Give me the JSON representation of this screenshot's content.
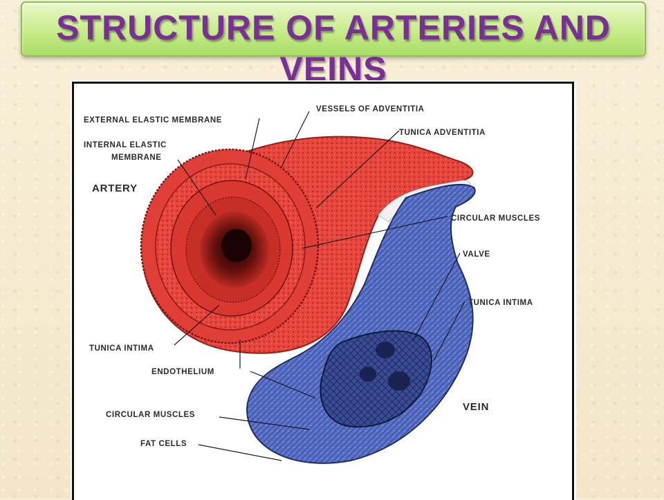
{
  "slide": {
    "title": "STRUCTURE OF ARTERIES AND VEINS"
  },
  "diagram": {
    "labels": {
      "external_elastic_membrane": "EXTERNAL ELASTIC MEMBRANE",
      "internal_elastic_1": "INTERNAL ELASTIC",
      "internal_elastic_2": "MEMBRANE",
      "artery": "ARTERY",
      "vessels_of_adventitia": "VESSELS OF ADVENTITIA",
      "tunica_adventitia": "TUNICA ADVENTITIA",
      "circular_muscles_artery": "CIRCULAR MUSCLES",
      "valve": "VALVE",
      "tunica_intima_vein": "TUNICA INTIMA",
      "tunica_intima_artery": "TUNICA INTIMA",
      "endothelium": "ENDOTHELIUM",
      "vein": "VEIN",
      "circular_muscles_vein": "CIRCULAR MUSCLES",
      "fat_cells": "FAT CELLS"
    },
    "colors": {
      "artery": "#e8453c",
      "artery_dark": "#7a1410",
      "vein": "#5a72c8",
      "vein_dark": "#1c2650",
      "title_text": "#7a2f96",
      "banner": "#c7ec8b"
    }
  }
}
